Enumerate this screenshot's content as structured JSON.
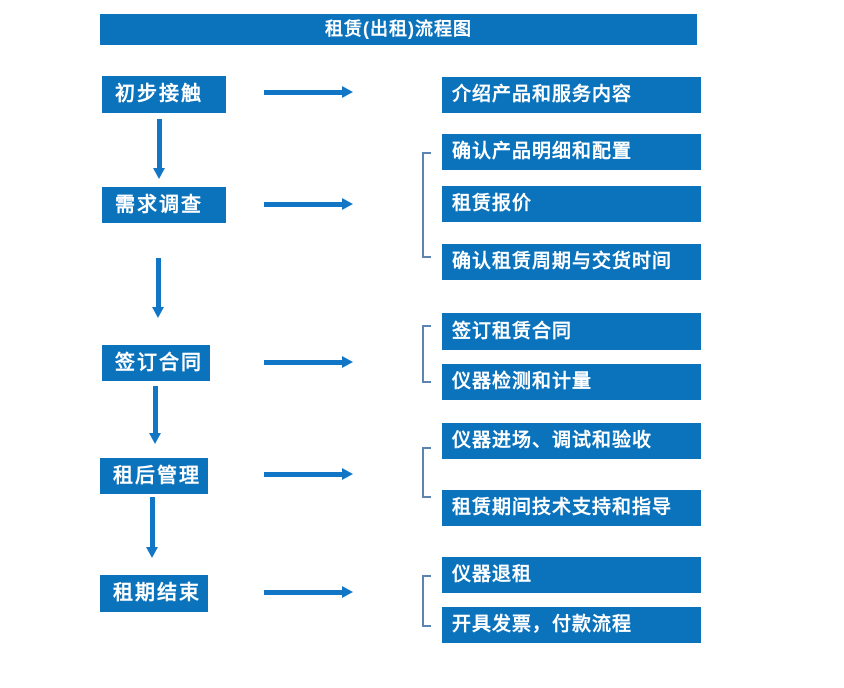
{
  "title": "租赁(出租)流程图",
  "colors": {
    "box_blue": "#0b72bc",
    "arrow_blue": "#1176c6",
    "bracket_blue": "#5b84b1",
    "text_white": "#ffffff",
    "background": "#ffffff"
  },
  "stages": [
    {
      "label": "初步接触",
      "outputs": [
        "介绍产品和服务内容"
      ]
    },
    {
      "label": "需求调查",
      "outputs": [
        "确认产品明细和配置",
        "租赁报价",
        "确认租赁周期与交货时间"
      ]
    },
    {
      "label": "签订合同",
      "outputs": [
        "签订租赁合同",
        "仪器检测和计量"
      ]
    },
    {
      "label": "租后管理",
      "outputs": [
        "仪器进场、调试和验收",
        "租赁期间技术支持和指导"
      ]
    },
    {
      "label": "租期结束",
      "outputs": [
        "仪器退租",
        "开具发票，付款流程"
      ]
    }
  ]
}
